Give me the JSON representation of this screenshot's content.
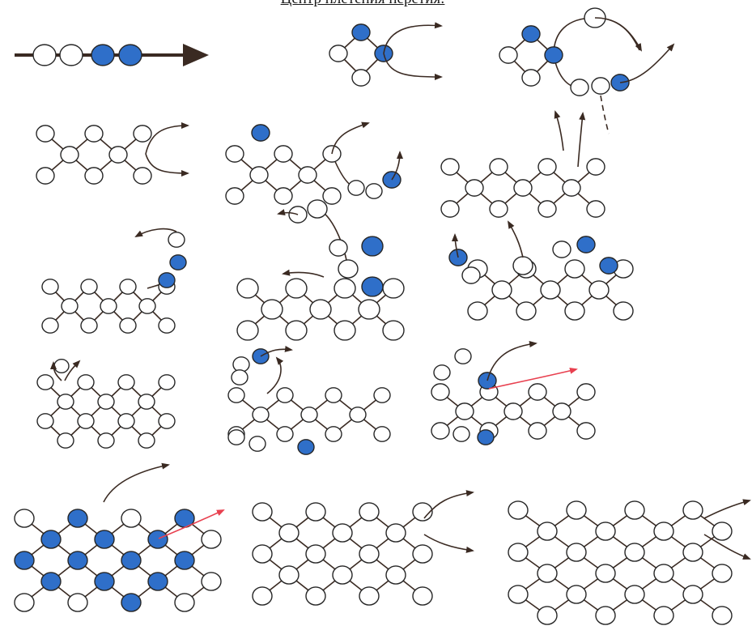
{
  "header": {
    "title": "Центр плетения перетия:"
  },
  "colors": {
    "bead_blue": "#2f6fc9",
    "bead_white": "#ffffff",
    "bead_outline": "#262626",
    "thread": "#3a2a22",
    "thread_accent": "#e8404f",
    "background": "#ffffff"
  },
  "steps": [
    {
      "id": "step-1",
      "description_icon": "bead-string-arrow-icon"
    },
    {
      "id": "step-2",
      "description_icon": "first-loop-icon"
    },
    {
      "id": "step-3",
      "description_icon": "ring-close-icon"
    },
    {
      "id": "step-4",
      "description_icon": "two-rhombus-icon"
    },
    {
      "id": "step-5",
      "description_icon": "rhombus-extend-icon"
    },
    {
      "id": "step-6",
      "description_icon": "row-turn-icon"
    },
    {
      "id": "step-7",
      "description_icon": "row-up-icon"
    },
    {
      "id": "step-8",
      "description_icon": "second-row-icon"
    },
    {
      "id": "step-9",
      "description_icon": "second-row-turn-icon"
    },
    {
      "id": "step-10",
      "description_icon": "third-row-icon"
    },
    {
      "id": "step-11",
      "description_icon": "third-row-up-icon"
    },
    {
      "id": "step-12",
      "description_icon": "third-row-finish-icon"
    },
    {
      "id": "step-13",
      "description_icon": "mesh-expand-icon"
    },
    {
      "id": "step-14",
      "description_icon": "mesh-wide-icon"
    },
    {
      "id": "step-15",
      "description_icon": "mesh-complete-icon"
    }
  ]
}
